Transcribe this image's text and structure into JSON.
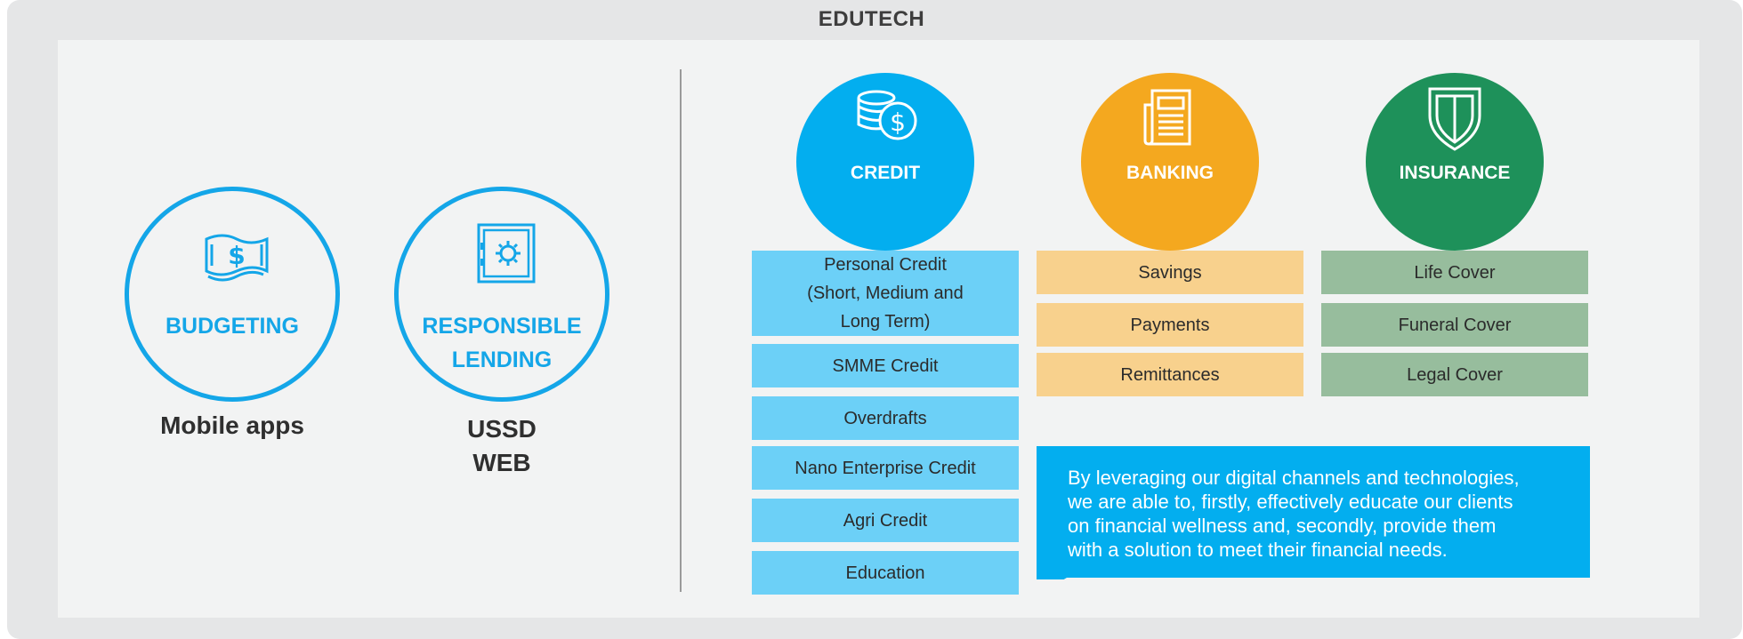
{
  "header": {
    "title": "EDUTECH"
  },
  "left": {
    "budgeting": {
      "label": "BUDGETING",
      "icon": "money-icon",
      "channel": "Mobile apps"
    },
    "lending": {
      "label_line1": "RESPONSIBLE",
      "label_line2": "LENDING",
      "icon": "safe-icon",
      "channel_line1": "USSD",
      "channel_line2": "WEB"
    }
  },
  "colors": {
    "credit": "#03aeef",
    "banking": "#f4a81f",
    "insurance": "#1e915a"
  },
  "credit": {
    "label": "CREDIT",
    "icon": "coins-dollar-icon",
    "items": [
      {
        "lines": [
          "Personal Credit",
          "(Short, Medium and",
          "Long Term)"
        ]
      },
      {
        "lines": [
          "SMME Credit"
        ]
      },
      {
        "lines": [
          "Overdrafts"
        ]
      },
      {
        "lines": [
          "Nano Enterprise Credit"
        ]
      },
      {
        "lines": [
          "Agri Credit"
        ]
      },
      {
        "lines": [
          "Education"
        ]
      }
    ]
  },
  "banking": {
    "label": "BANKING",
    "icon": "document-icon",
    "items": [
      "Savings",
      "Payments",
      "Remittances"
    ]
  },
  "insurance": {
    "label": "INSURANCE",
    "icon": "shield-icon",
    "items": [
      "Life Cover",
      "Funeral Cover",
      "Legal Cover"
    ]
  },
  "callout": {
    "lines": [
      "By leveraging our digital channels and technologies,",
      "we are able to, firstly, effectively educate our clients",
      "on financial wellness and, secondly, provide them",
      "with a solution to meet their financial needs."
    ]
  }
}
